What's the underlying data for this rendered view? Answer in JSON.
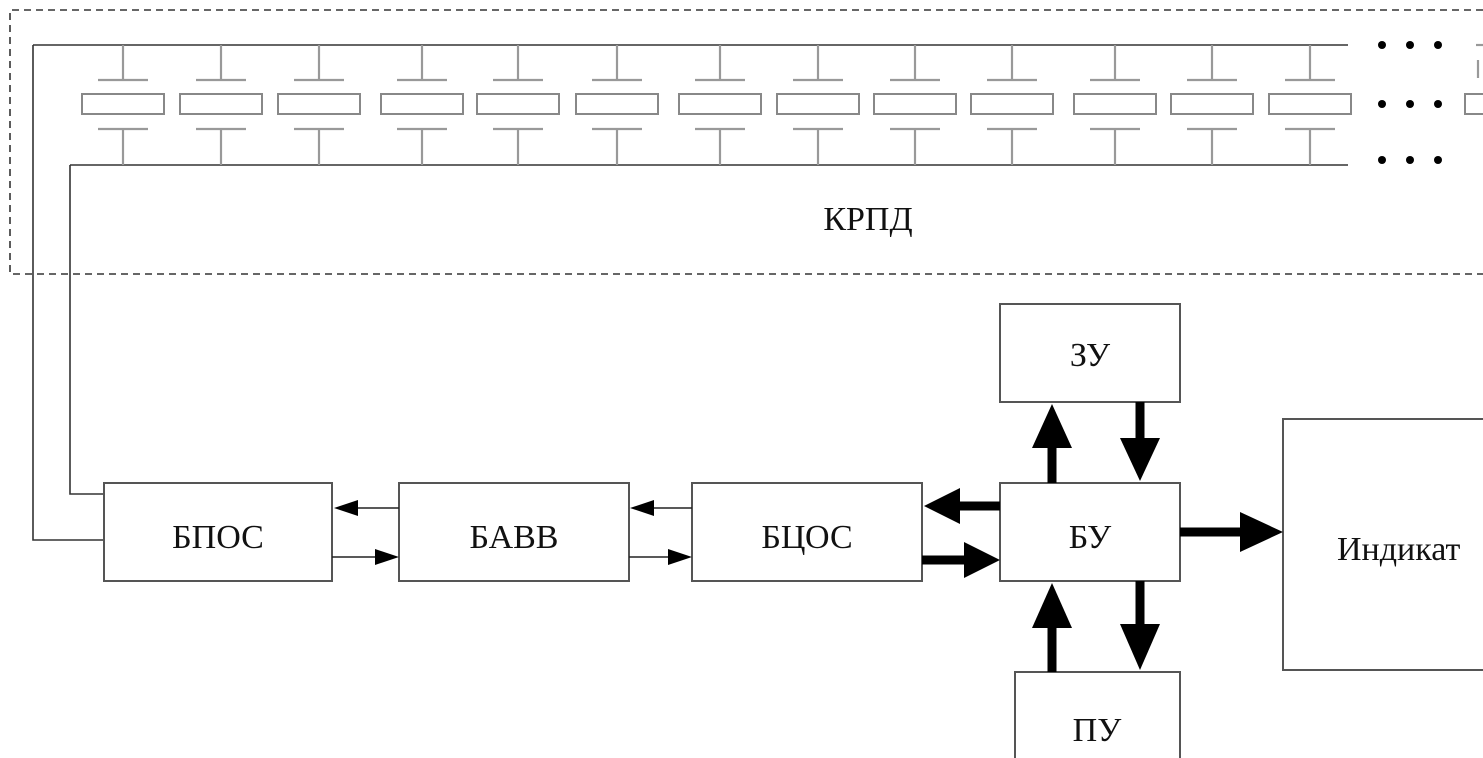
{
  "diagram": {
    "kprd_label": "КРПД",
    "blocks": {
      "bpos": "БПОС",
      "bavv": "БАВВ",
      "btsos": "БЦОС",
      "bu": "БУ",
      "zu": "ЗУ",
      "pu": "ПУ",
      "indicator": "Индикат"
    },
    "ellipsis": "• • •"
  },
  "colors": {
    "line": "#333333",
    "cell_outline": "#888888",
    "arrow": "#000000",
    "boundary": "#333333"
  }
}
